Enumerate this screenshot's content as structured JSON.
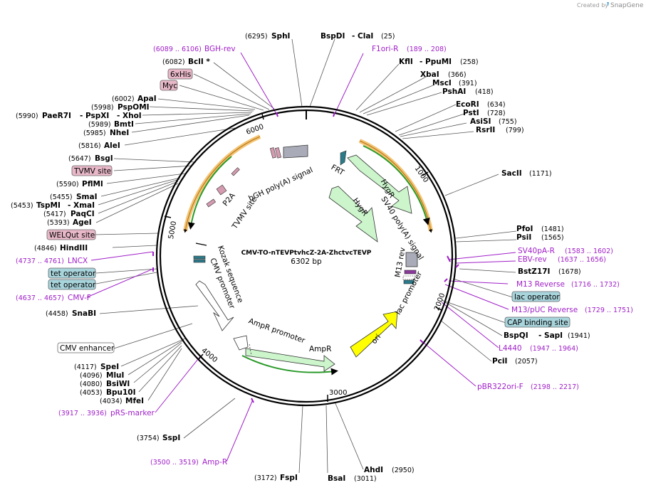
{
  "header": {
    "credit_prefix": "Created by",
    "brand": "SnapGene"
  },
  "plasmid": {
    "name": "CMV-TO-nTEVPtvhcZ-2A-ZhctvcTEVP",
    "length_label": "6302 bp",
    "length": 6302,
    "tick_labels": [
      "1000",
      "2000",
      "3000",
      "4000",
      "5000",
      "6000"
    ]
  },
  "sites": [
    {
      "name": "SphI",
      "pos": "(6295)",
      "side": "L"
    },
    {
      "name": "BspDI",
      "pos": "",
      "side": "R"
    },
    {
      "name": "- ClaI",
      "pos": "(25)",
      "side": "R"
    },
    {
      "name": "KflI",
      "pos": "",
      "side": "R"
    },
    {
      "name": "- PpuMI",
      "pos": "(258)",
      "side": "R"
    },
    {
      "name": "XbaI",
      "pos": "(366)",
      "side": "R"
    },
    {
      "name": "MscI",
      "pos": "(391)",
      "side": "R"
    },
    {
      "name": "PshAI",
      "pos": "(418)",
      "side": "R"
    },
    {
      "name": "EcoRI",
      "pos": "(634)",
      "side": "R"
    },
    {
      "name": "PstI",
      "pos": "(728)",
      "side": "R"
    },
    {
      "name": "AsiSI",
      "pos": "(755)",
      "side": "R"
    },
    {
      "name": "RsrII",
      "pos": "(799)",
      "side": "R"
    },
    {
      "name": "SacII",
      "pos": "(1171)",
      "side": "R"
    },
    {
      "name": "PfoI",
      "pos": "(1481)",
      "side": "R"
    },
    {
      "name": "PsiI",
      "pos": "(1565)",
      "side": "R"
    },
    {
      "name": "BstZ17I",
      "pos": "(1678)",
      "side": "R"
    },
    {
      "name": "BspQI",
      "pos": "",
      "side": "R"
    },
    {
      "name": "- SapI",
      "pos": "(1941)",
      "side": "R"
    },
    {
      "name": "PciI",
      "pos": "(2057)",
      "side": "R"
    },
    {
      "name": "AhdI",
      "pos": "(2950)",
      "side": "R"
    },
    {
      "name": "BsaI",
      "pos": "(3011)",
      "side": "R"
    },
    {
      "name": "FspI",
      "pos": "(3172)",
      "side": "L"
    },
    {
      "name": "SspI",
      "pos": "(3754)",
      "side": "L"
    },
    {
      "name": "MfeI",
      "pos": "(4034)",
      "side": "L"
    },
    {
      "name": "Bpu10I",
      "pos": "(4053)",
      "side": "L"
    },
    {
      "name": "BsiWI",
      "pos": "(4080)",
      "side": "L"
    },
    {
      "name": "MluI",
      "pos": "(4096)",
      "side": "L"
    },
    {
      "name": "SpeI",
      "pos": "(4117)",
      "side": "L"
    },
    {
      "name": "SnaBI",
      "pos": "(4458)",
      "side": "L"
    },
    {
      "name": "HindIII",
      "pos": "(4846)",
      "side": "L"
    },
    {
      "name": "AgeI",
      "pos": "(5393)",
      "side": "L"
    },
    {
      "name": "PaqCI",
      "pos": "(5417)",
      "side": "L"
    },
    {
      "name": "- XmaI",
      "pos": "",
      "side": "L"
    },
    {
      "name": "TspMI",
      "pos": "(5453)",
      "side": "L"
    },
    {
      "name": "SmaI",
      "pos": "(5455)",
      "side": "L"
    },
    {
      "name": "PflMI",
      "pos": "(5590)",
      "side": "L"
    },
    {
      "name": "BsgI",
      "pos": "(5647)",
      "side": "L"
    },
    {
      "name": "AleI",
      "pos": "(5816)",
      "side": "L"
    },
    {
      "name": "NheI",
      "pos": "(5985)",
      "side": "L"
    },
    {
      "name": "BmtI",
      "pos": "(5989)",
      "side": "L"
    },
    {
      "name": "- XhoI",
      "pos": "",
      "side": "L"
    },
    {
      "name": "- PspXI",
      "pos": "",
      "side": "L"
    },
    {
      "name": "PaeR7I",
      "pos": "(5990)",
      "side": "L"
    },
    {
      "name": "PspOMI",
      "pos": "(5998)",
      "side": "L"
    },
    {
      "name": "ApaI",
      "pos": "(6002)",
      "side": "L"
    },
    {
      "name": "BclI *",
      "pos": "(6082)",
      "side": "L"
    }
  ],
  "primers": [
    {
      "name": "F1ori-R",
      "range": "(189 .. 208)"
    },
    {
      "name": "SV40pA-R",
      "range": "(1583 .. 1602)"
    },
    {
      "name": "EBV-rev",
      "range": "(1637 .. 1656)"
    },
    {
      "name": "M13 Reverse",
      "range": "(1716 .. 1732)"
    },
    {
      "name": "M13/pUC Reverse",
      "range": "(1729 .. 1751)"
    },
    {
      "name": "L4440",
      "range": "(1947 .. 1964)"
    },
    {
      "name": "pBR322ori-F",
      "range": "(2198 .. 2217)"
    },
    {
      "name": "Amp-R",
      "range": "(3500 .. 3519)"
    },
    {
      "name": "pRS-marker",
      "range": "(3917 .. 3936)"
    },
    {
      "name": "CMV-F",
      "range": "(4637 .. 4657)"
    },
    {
      "name": "LNCX",
      "range": "(4737 .. 4761)"
    },
    {
      "name": "BGH-rev",
      "range": "(6089 .. 6106)"
    }
  ],
  "boxed_features": [
    {
      "name": "6xHis",
      "color": "#e8b8c8"
    },
    {
      "name": "Myc",
      "color": "#e8b8c8"
    },
    {
      "name": "TVMV site",
      "color": "#e8b8c8"
    },
    {
      "name": "WELQut site",
      "color": "#e8b8c8"
    },
    {
      "name": "tet operator",
      "color": "#a8d4dc"
    },
    {
      "name": "tet operator",
      "color": "#a8d4dc"
    },
    {
      "name": "CMV enhancer",
      "color": "#ffffff"
    },
    {
      "name": "lac operator",
      "color": "#a8d4dc"
    },
    {
      "name": "CAP binding site",
      "color": "#a8d4dc"
    }
  ],
  "inner_features": [
    "bGH poly(A) signal",
    "FRT",
    "HygR",
    "SV40 poly(A) signal",
    "HygR",
    "P2A",
    "TVMV site",
    "M13 rev",
    "lac promoter",
    "ori",
    "AmpR promoter",
    "AmpR",
    "Kozak sequence",
    "CMV promoter"
  ],
  "colors": {
    "primer": "#a020c8",
    "cds_green": "#ccf5cc",
    "cds_orange": "#f4c474",
    "ori_yellow": "#ffff00",
    "misc_box_pink": "#e8b8c8",
    "protein_bind_blue": "#a8d4dc",
    "terminator_gray": "#a9acb8"
  }
}
